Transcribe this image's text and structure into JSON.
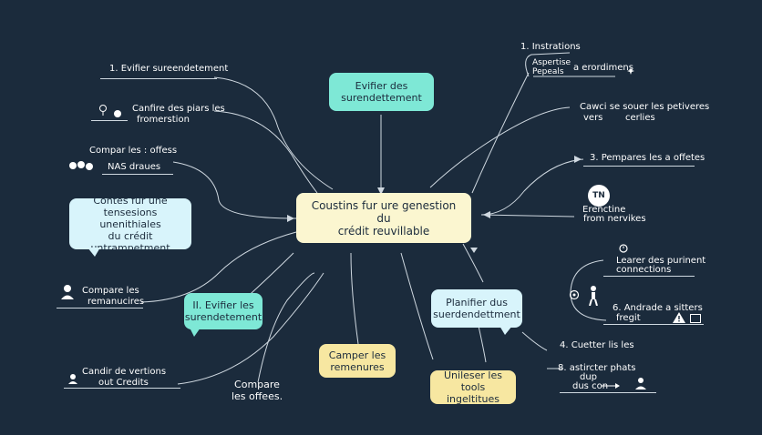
{
  "colors": {
    "background": "#1b2b3c",
    "mint": "#7ee8d6",
    "center": "#fbf6d0",
    "yellow": "#f7e7a1",
    "light_blue": "#d8f4fb",
    "line": "#cfd8e0"
  },
  "center": {
    "label_line1": "Coustins fur ure genestion du",
    "label_line2": "crédit reuvillable"
  },
  "top_box": {
    "line1": "Evifier des",
    "line2": "surendettement"
  },
  "left": {
    "n1_label": "1. Evifier sureendetement",
    "n2_line1": "Canfire des piars les",
    "n2_line2": "fromerstion",
    "n3_line1": "Compar les : offess",
    "n3_line2": "NAS draues",
    "callout_line1": "Contes fur une",
    "callout_line2": "tensesions unenithiales",
    "callout_line3": "du crédit untrampetment",
    "n4_line1": "Compare les",
    "n4_line2": "remanucires",
    "n5_line1": "Candir de vertions",
    "n5_line2": "out Credits"
  },
  "bottom": {
    "mint_box_line1": "II. Evifier les",
    "mint_box_line2": "surendetement",
    "compare_line1": "Compare",
    "compare_line2": "les offees.",
    "yellow_box_line1": "Camper les",
    "yellow_box_line2": "remenures",
    "tools_box_line1": "Unileser les tools",
    "tools_box_line2": "ingeltitues"
  },
  "right": {
    "r1_title": "1. Instrations",
    "r1_line2": "Aspertise",
    "r1_line3": "Pepeals",
    "r1_line4": "a erordimens",
    "r2_line1": "Cawci se souer les petiveres",
    "r2_line2": "vers",
    "r2_line3": "cerlies",
    "r3_label": "3. Pempares les a offetes",
    "r4_icon": "TN",
    "r4_line1": "Erenctine",
    "r4_line2": "from nervikes",
    "r5_line1": "Learer des purinent",
    "r5_line2": "connections",
    "r6_label": "6. Andrade a sitters",
    "r6_line2": "fregit",
    "plan_box_line1": "Planifier dus",
    "plan_box_line2": "suerdendettment",
    "r7_label": "4. Cuetter lis les",
    "r8_line1": "8. astircter phats",
    "r8_line2": "dup",
    "r8_line3": "dus con"
  }
}
